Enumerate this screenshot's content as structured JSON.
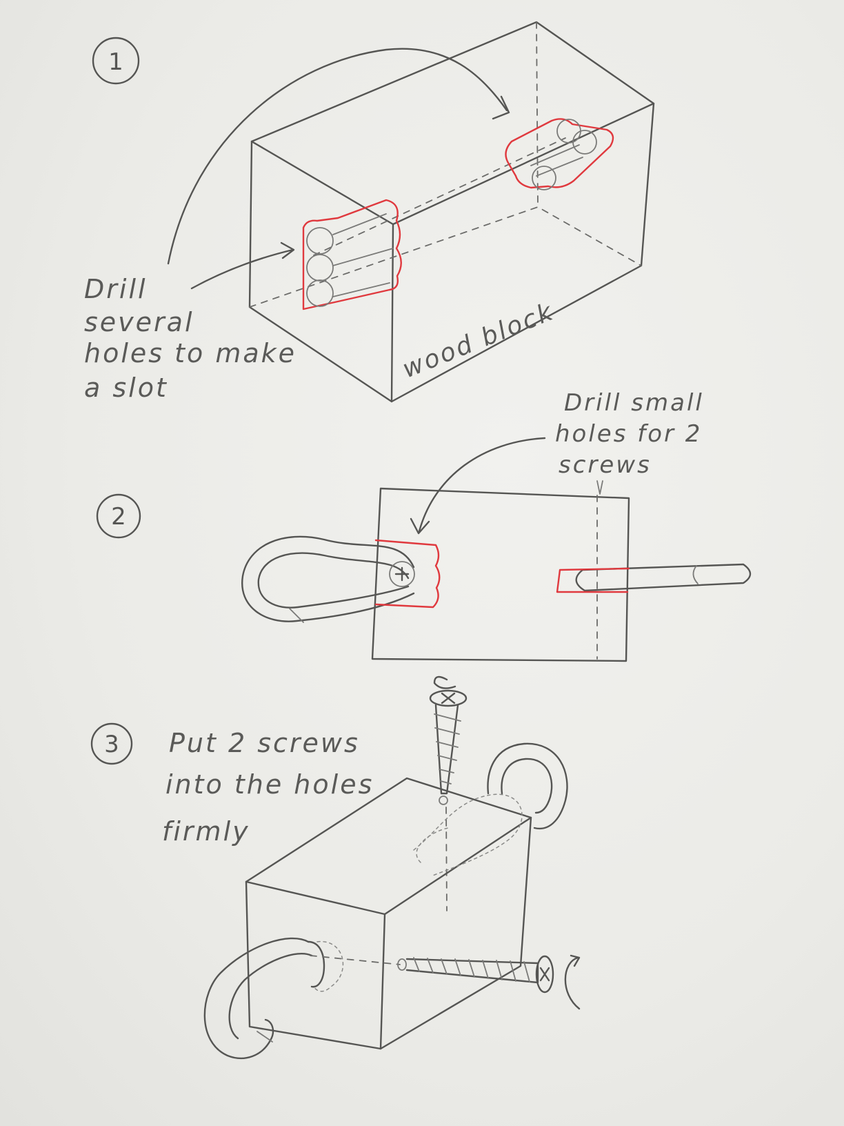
{
  "steps": [
    {
      "number": "1",
      "caption_lines": [
        "Drill",
        "several",
        "holes  to make",
        "a  slot"
      ],
      "block_label": "wood block"
    },
    {
      "number": "2",
      "caption_lines": [
        "Drill  small",
        "holes  for  2",
        "screws"
      ]
    },
    {
      "number": "3",
      "caption_lines": [
        "Put  2  screws",
        "into  the  holes",
        "firmly"
      ]
    }
  ],
  "colors": {
    "pencil": "#555553",
    "slot_outline": "#e0393e",
    "paper": "#eeeeea"
  }
}
